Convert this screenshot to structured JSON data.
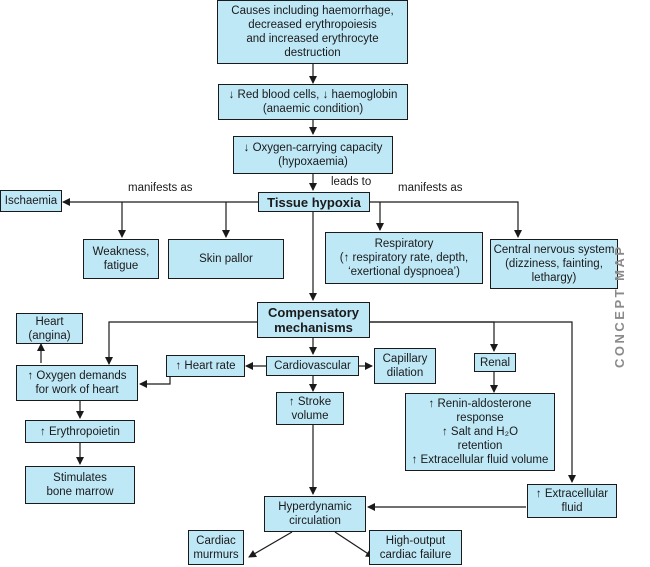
{
  "side_label": "CONCEPT MAP",
  "boxes": {
    "causes": [
      "Causes including haemorrhage,",
      "decreased erythropoiesis",
      "and increased erythrocyte",
      "destruction"
    ],
    "rbc": [
      "↓ Red blood cells, ↓ haemoglobin",
      "(anaemic condition)"
    ],
    "oxygen_capacity": [
      "↓ Oxygen-carrying capacity",
      "(hypoxaemia)"
    ],
    "tissue_hypoxia": [
      "Tissue hypoxia"
    ],
    "ischaemia": [
      "Ischaemia"
    ],
    "weakness": [
      "Weakness,",
      "fatigue"
    ],
    "skin_pallor": [
      "Skin pallor"
    ],
    "respiratory": [
      "Respiratory",
      "(↑ respiratory rate, depth,",
      "‘exertional dyspnoea’)"
    ],
    "cns": [
      "Central nervous system",
      "(dizziness, fainting,",
      "lethargy)"
    ],
    "compensatory": [
      "Compensatory",
      "mechanisms"
    ],
    "heart_angina": [
      "Heart",
      "(angina)"
    ],
    "oxygen_demands": [
      "↑ Oxygen demands",
      "for work of heart"
    ],
    "erythropoietin": [
      "↑ Erythropoietin"
    ],
    "stimulates": [
      "Stimulates",
      "bone marrow"
    ],
    "heart_rate": [
      "↑ Heart rate"
    ],
    "cardiovascular": [
      "Cardiovascular"
    ],
    "capillary": [
      "Capillary",
      "dilation"
    ],
    "stroke_volume": [
      "↑ Stroke",
      "volume"
    ],
    "renal": [
      "Renal"
    ],
    "renin": [
      "↑ Renin-aldosterone",
      "response",
      "↑ Salt and H₂O",
      "retention",
      "↑ Extracellular fluid volume"
    ],
    "extracellular": [
      "↑ Extracellular",
      "fluid"
    ],
    "hyperdynamic": [
      "Hyperdynamic",
      "circulation"
    ],
    "murmurs": [
      "Cardiac",
      "murmurs"
    ],
    "high_output": [
      "High-output",
      "cardiac failure"
    ]
  },
  "labels": {
    "manifests_left": "manifests as",
    "leads_to": "leads to",
    "manifests_right": "manifests as"
  }
}
